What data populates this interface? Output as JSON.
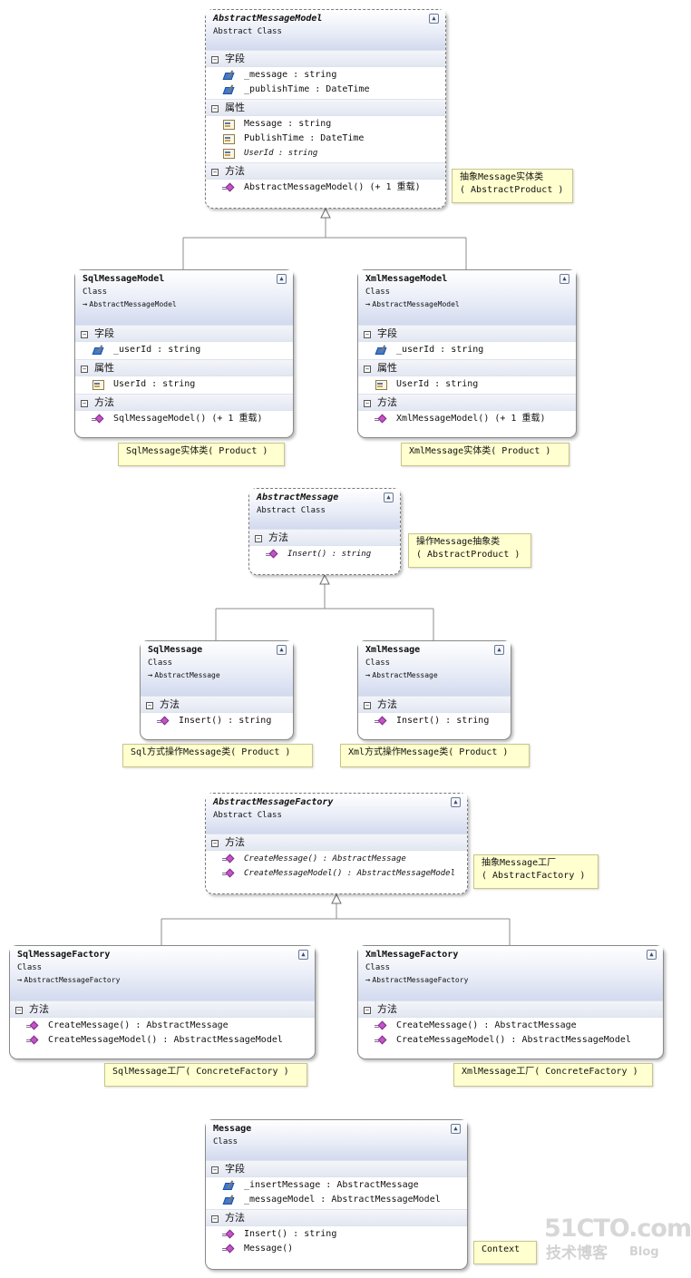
{
  "labels": {
    "fields": "字段",
    "properties": "属性",
    "methods": "方法"
  },
  "colors": {
    "note_bg": "#ffffcf",
    "header_gradient_end": "#d2daee",
    "connector": "#8c8c8c"
  },
  "classes": {
    "abstract_message_model": {
      "name": "AbstractMessageModel",
      "kind": "Abstract Class",
      "fields": [
        "_message : string",
        "_publishTime : DateTime"
      ],
      "properties": [
        "Message : string",
        "PublishTime : DateTime",
        "UserId : string"
      ],
      "methods": [
        "AbstractMessageModel()  (+ 1 重载)"
      ]
    },
    "sql_message_model": {
      "name": "SqlMessageModel",
      "kind": "Class",
      "base": "AbstractMessageModel",
      "fields": [
        "_userId : string"
      ],
      "properties": [
        "UserId : string"
      ],
      "methods": [
        "SqlMessageModel()  (+ 1 重载)"
      ]
    },
    "xml_message_model": {
      "name": "XmlMessageModel",
      "kind": "Class",
      "base": "AbstractMessageModel",
      "fields": [
        "_userId : string"
      ],
      "properties": [
        "UserId : string"
      ],
      "methods": [
        "XmlMessageModel()  (+ 1 重载)"
      ]
    },
    "abstract_message": {
      "name": "AbstractMessage",
      "kind": "Abstract Class",
      "methods": [
        "Insert() : string"
      ]
    },
    "sql_message": {
      "name": "SqlMessage",
      "kind": "Class",
      "base": "AbstractMessage",
      "methods": [
        "Insert() : string"
      ]
    },
    "xml_message": {
      "name": "XmlMessage",
      "kind": "Class",
      "base": "AbstractMessage",
      "methods": [
        "Insert() : string"
      ]
    },
    "abstract_message_factory": {
      "name": "AbstractMessageFactory",
      "kind": "Abstract Class",
      "methods": [
        "CreateMessage() : AbstractMessage",
        "CreateMessageModel() : AbstractMessageModel"
      ]
    },
    "sql_message_factory": {
      "name": "SqlMessageFactory",
      "kind": "Class",
      "base": "AbstractMessageFactory",
      "methods": [
        "CreateMessage() : AbstractMessage",
        "CreateMessageModel() : AbstractMessageModel"
      ]
    },
    "xml_message_factory": {
      "name": "XmlMessageFactory",
      "kind": "Class",
      "base": "AbstractMessageFactory",
      "methods": [
        "CreateMessage() : AbstractMessage",
        "CreateMessageModel() : AbstractMessageModel"
      ]
    },
    "message": {
      "name": "Message",
      "kind": "Class",
      "fields": [
        "_insertMessage : AbstractMessage",
        "_messageModel : AbstractMessageModel"
      ],
      "methods": [
        "Insert() : string",
        "Message()"
      ]
    }
  },
  "notes": {
    "abstract_product_model": [
      "抽象Message实体类",
      "( AbstractProduct )"
    ],
    "sql_product_model": [
      "SqlMessage实体类( Product )"
    ],
    "xml_product_model": [
      "XmlMessage实体类( Product )"
    ],
    "abstract_product_op": [
      "操作Message抽象类",
      "( AbstractProduct )"
    ],
    "sql_product_op": [
      "Sql方式操作Message类( Product )"
    ],
    "xml_product_op": [
      "Xml方式操作Message类( Product )"
    ],
    "abstract_factory": [
      "抽象Message工厂",
      "( AbstractFactory )"
    ],
    "sql_factory": [
      "SqlMessage工厂( ConcreteFactory )"
    ],
    "xml_factory": [
      "XmlMessage工厂( ConcreteFactory )"
    ],
    "context": [
      "Context"
    ]
  },
  "watermark": {
    "site": "51CTO.com",
    "sub": "技术博客",
    "blog": "Blog"
  }
}
